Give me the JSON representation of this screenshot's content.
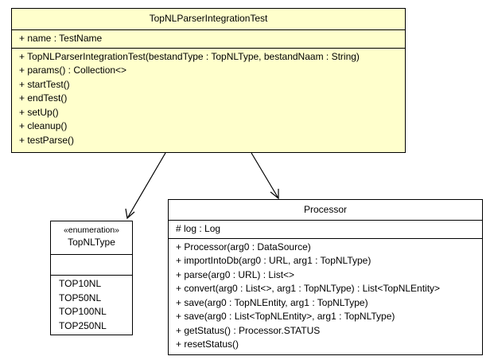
{
  "classes": {
    "integration_test": {
      "name": "TopNLParserIntegrationTest",
      "attributes": [
        "+ name : TestName"
      ],
      "operations": [
        "+ TopNLParserIntegrationTest(bestandType : TopNLType, bestandNaam : String)",
        "+ params() : Collection<>",
        "+ startTest()",
        "+ endTest()",
        "+ setUp()",
        "+ cleanup()",
        "+ testParse()"
      ]
    },
    "topnltype": {
      "stereotype": "«enumeration»",
      "name": "TopNLType",
      "literals": [
        "TOP10NL",
        "TOP50NL",
        "TOP100NL",
        "TOP250NL"
      ]
    },
    "processor": {
      "name": "Processor",
      "attributes": [
        "# log : Log"
      ],
      "operations": [
        "+ Processor(arg0 : DataSource)",
        "+ importIntoDb(arg0 : URL, arg1 : TopNLType)",
        "+ parse(arg0 : URL) : List<>",
        "+ convert(arg0 : List<>, arg1 : TopNLType) : List<TopNLEntity>",
        "+ save(arg0 : TopNLEntity, arg1 : TopNLType)",
        "+ save(arg0 : List<TopNLEntity>, arg1 : TopNLType)",
        "+ getStatus() : Processor.STATUS",
        "+ resetStatus()"
      ]
    }
  },
  "colors": {
    "main_fill": "#ffffcc",
    "fill": "#ffffff",
    "stroke": "#000000"
  }
}
